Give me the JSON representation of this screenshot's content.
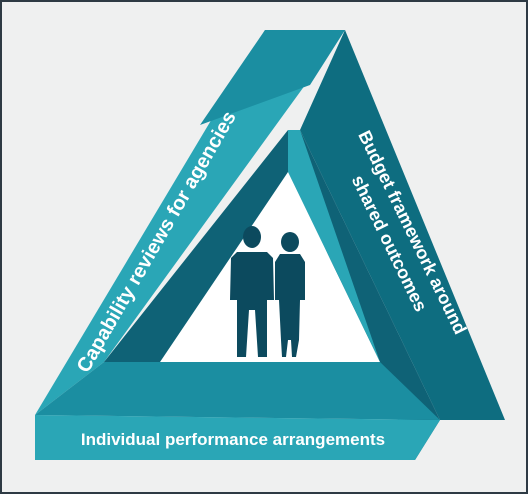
{
  "diagram": {
    "sides": [
      {
        "id": "left",
        "label": "Capability reviews for agencies"
      },
      {
        "id": "right",
        "lines": [
          "Budget framework around",
          "shared outcomes"
        ]
      },
      {
        "id": "bottom",
        "label": "Individual performance arrangements"
      }
    ],
    "colors": {
      "background": "#eff0f0",
      "border": "#2e3a44",
      "face_light": "#2aa6b6",
      "face_mid": "#1b8ea1",
      "face_dark": "#0e6d80",
      "inner_wall": "#0f6276",
      "silhouette": "#0c4a5e"
    },
    "illustration": {
      "people": "man-and-woman-silhouette"
    }
  }
}
